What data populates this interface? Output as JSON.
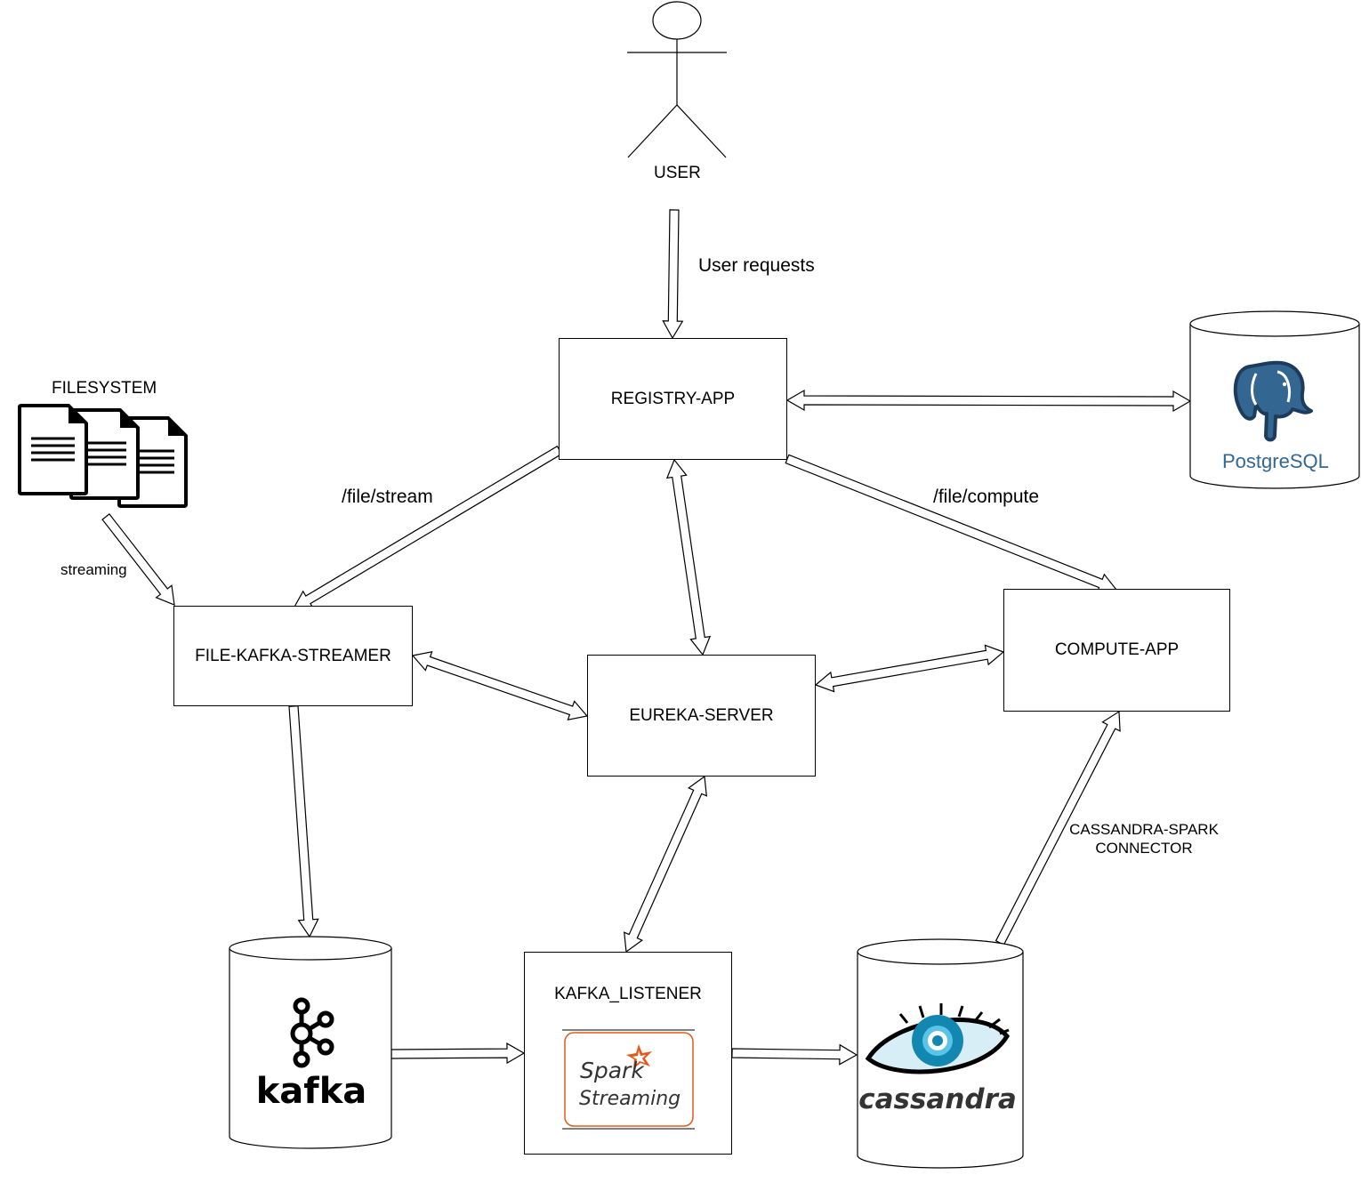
{
  "actor": {
    "label": "USER"
  },
  "edges": {
    "user_requests": "User requests",
    "file_stream": "/file/stream",
    "file_compute": "/file/compute",
    "streaming": "streaming",
    "cassandra_spark_line1": "CASSANDRA-SPARK",
    "cassandra_spark_line2": "CONNECTOR"
  },
  "nodes": {
    "registry": "REGISTRY-APP",
    "streamer": "FILE-KAFKA-STREAMER",
    "eureka": "EUREKA-SERVER",
    "compute": "COMPUTE-APP",
    "listener": "KAFKA_LISTENER",
    "filesystem": "FILESYSTEM"
  },
  "logos": {
    "postgres_a": "Postgre",
    "postgres_b": "SQL",
    "kafka": "kafka",
    "spark_a": "Spark",
    "spark_b": "Streaming",
    "cassandra": "cassandra"
  },
  "colors": {
    "postgres_blue": "#336791",
    "spark_orange": "#e25a1c",
    "cassandra_blue": "#1287b1"
  }
}
